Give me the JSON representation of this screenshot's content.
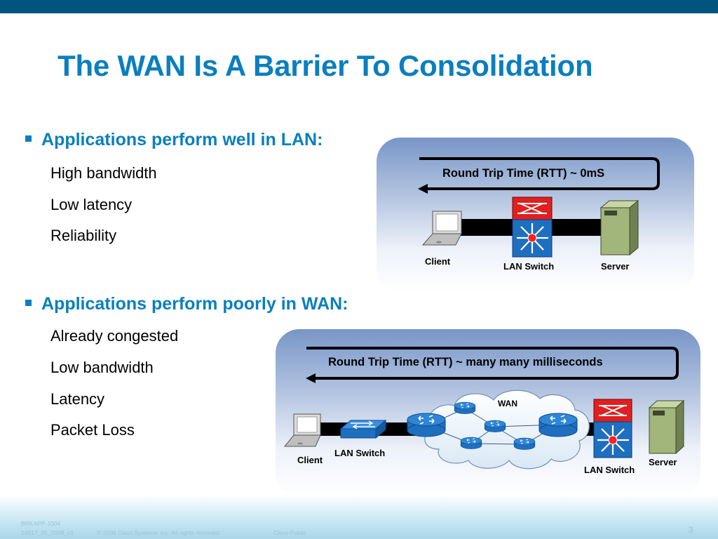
{
  "title": "The WAN Is A Barrier To Consolidation",
  "sections": [
    {
      "heading": "Applications perform well in LAN:",
      "items": [
        "High bandwidth",
        "Low latency",
        "Reliability"
      ]
    },
    {
      "heading": "Applications perform poorly in WAN:",
      "items": [
        "Already congested",
        "Low bandwidth",
        "Latency",
        "Packet Loss"
      ]
    }
  ],
  "lan_diagram": {
    "rtt_label": "Round Trip Time (RTT) ~ 0mS",
    "client_label": "Client",
    "switch_label": "LAN Switch",
    "server_label": "Server"
  },
  "wan_diagram": {
    "rtt_label": "Round Trip Time (RTT) ~ many many milliseconds",
    "client_label": "Client",
    "left_switch_label": "LAN Switch",
    "wan_label": "WAN",
    "right_switch_label": "LAN Switch",
    "server_label": "Server"
  },
  "footer": {
    "session_id": "BRKAPP-1004",
    "doc_id": "14617_05_2008_c1",
    "copyright": "© 2008 Cisco Systems, Inc. All rights reserved.",
    "classification": "Cisco Public",
    "page_number": "3"
  },
  "colors": {
    "title": "#0a7fbd",
    "top_bar": "#00557f",
    "router_blue": "#1f6fc0",
    "switch_red": "#e02020"
  }
}
